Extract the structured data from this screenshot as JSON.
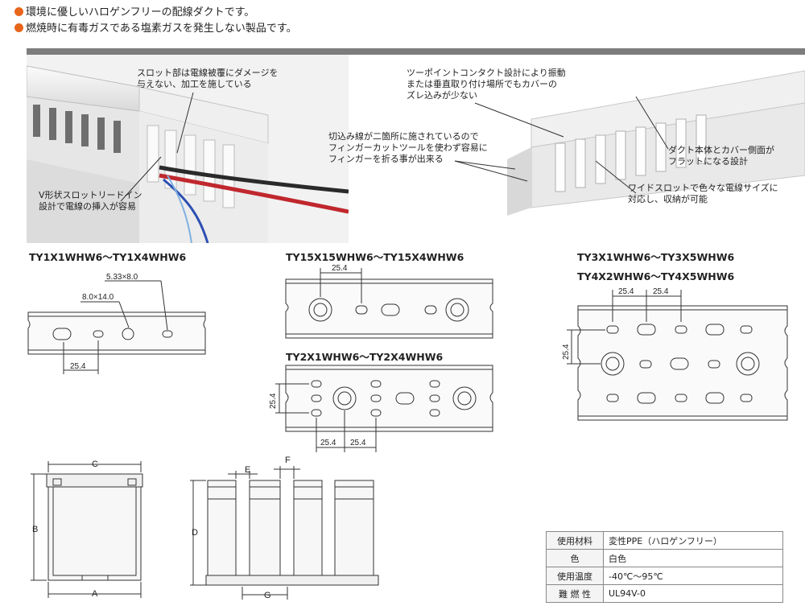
{
  "bullets": [
    "環境に優しいハロゲンフリーの配線ダクトです。",
    "燃焼時に有毒ガスである塩素ガスを発生しない製品です。"
  ],
  "callouts": {
    "slot": [
      "スロット部は電線被覆にダメージを",
      "与えない、加工を施している"
    ],
    "vslot": [
      "V形状スロットリードイン",
      "設計で電線の挿入が容易"
    ],
    "twopoint": [
      "ツーポイントコンタクト設計により振動",
      "または垂直取り付け場所でもカバーの",
      "ズレ込みが少ない"
    ],
    "notch": [
      "切込み線が二箇所に施されているので",
      "フィンガーカットツールを使わず容易に",
      "フィンガーを折る事が出来る"
    ],
    "flat": [
      "ダクト本体とカバー側面が",
      "フラットになる設計"
    ],
    "wide": [
      "ワイドスロットで色々な電線サイズに",
      "対応し、収納が可能"
    ]
  },
  "models": {
    "m1": "TY1X1WHW6～TY1X4WHW6",
    "m2": "TY15X15WHW6～TY15X4WHW6",
    "m3": "TY2X1WHW6～TY2X4WHW6",
    "m4a": "TY3X1WHW6～TY3X5WHW6",
    "m4b": "TY4X2WHW6～TY4X5WHW6"
  },
  "dims": {
    "d254": "25.4",
    "slot_small": "5.33×8.0",
    "slot_large": "8.0×14.0",
    "A": "A",
    "B": "B",
    "C": "C",
    "D": "D",
    "E": "E",
    "F": "F",
    "G": "G"
  },
  "spec": [
    {
      "k": "使用材料",
      "v": "変性PPE（ハロゲンフリー）"
    },
    {
      "k": "色",
      "v": "白色"
    },
    {
      "k": "使用温度",
      "v": "-40℃～95℃"
    },
    {
      "k": "難 燃 性",
      "v": "UL94V-0"
    }
  ]
}
